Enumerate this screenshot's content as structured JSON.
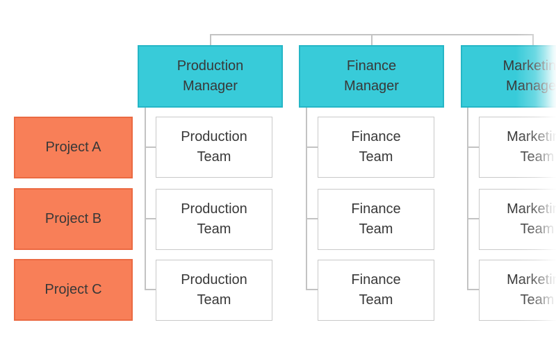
{
  "chart": {
    "type": "matrix-org-chart",
    "projects": [
      {
        "label": "Project A"
      },
      {
        "label": "Project B"
      },
      {
        "label": "Project C"
      }
    ],
    "columns": [
      {
        "manager": "Production\nManager",
        "teams": [
          "Production\nTeam",
          "Production\nTeam",
          "Production\nTeam"
        ]
      },
      {
        "manager": "Finance\nManager",
        "teams": [
          "Finance\nTeam",
          "Finance\nTeam",
          "Finance\nTeam"
        ]
      },
      {
        "manager": "Marketing\nManager",
        "teams": [
          "Marketing\nTeam",
          "Marketing\nTeam",
          "Marketing\nTeam"
        ]
      }
    ]
  },
  "colors": {
    "manager_fill": "#38cbd9",
    "manager_border": "#25b6c6",
    "project_fill": "#f87f58",
    "project_border": "#eb6a42",
    "team_fill": "#ffffff",
    "team_border": "#c9c9c9",
    "connector": "#c3c3c3",
    "text": "#383838",
    "background": "#ffffff"
  }
}
